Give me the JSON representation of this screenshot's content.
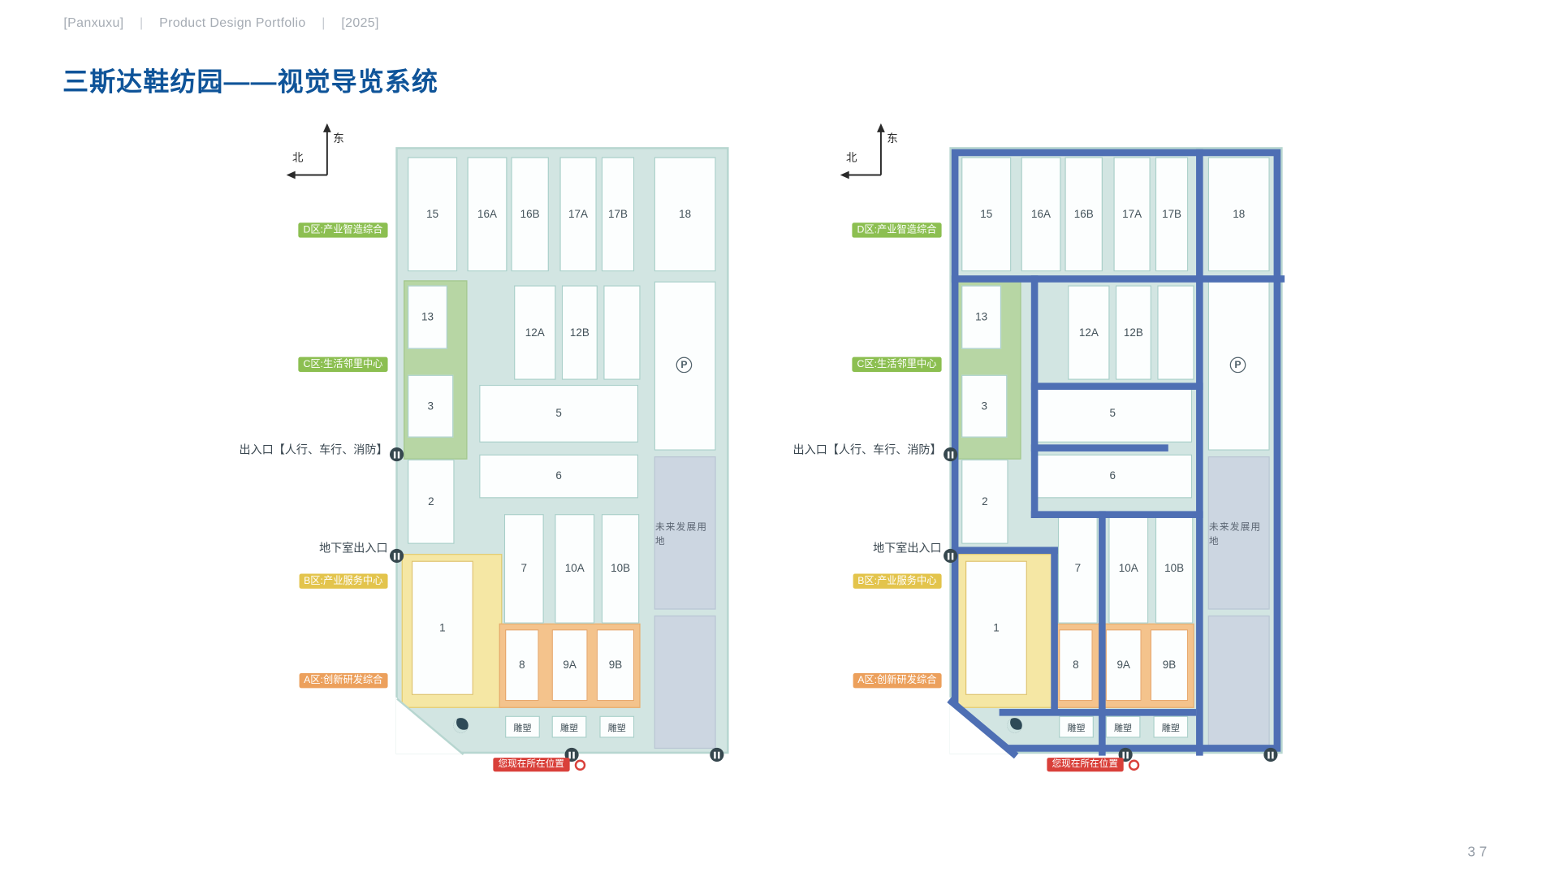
{
  "header": {
    "name": "[Panxuxu]",
    "divider": "|",
    "subtitle": "Product Design Portfolio",
    "year": "[2025]"
  },
  "title": "三斯达鞋纺园——视觉导览系统",
  "page_number": "37",
  "map": {
    "compass": {
      "east": "东",
      "north": "北"
    },
    "zones": {
      "d": "D区:产业智造综合",
      "c": "C区:生活邻里中心",
      "b": "B区:产业服务中心",
      "a": "A区:创新研发综合"
    },
    "side_labels": {
      "entrance": "出入口【人行、车行、消防】",
      "basement": "地下室出入口"
    },
    "buildings": {
      "b15": "15",
      "b16a": "16A",
      "b16b": "16B",
      "b17a": "17A",
      "b17b": "17B",
      "b18": "18",
      "b13": "13",
      "b12a": "12A",
      "b12b": "12B",
      "b3": "3",
      "b5": "5",
      "b6": "6",
      "b2": "2",
      "b7": "7",
      "b10a": "10A",
      "b10b": "10B",
      "b1": "1",
      "b8": "8",
      "b9a": "9A",
      "b9b": "9B"
    },
    "labels": {
      "future_land": "未来发展用地",
      "sculpture": "雕塑",
      "parking": "P",
      "you_are_here": "您现在所在位置"
    }
  },
  "colors": {
    "title_blue": "#0f5499",
    "road_blue": "#4e6fb4",
    "plan_teal": "#d2e5e2",
    "zone_green": "#b7d6a4",
    "zone_yellow": "#f5e7a4",
    "zone_orange": "#f4c38c",
    "badge_green": "#8cbf51",
    "badge_yellow": "#e3c44c",
    "badge_orange": "#eca05c",
    "marker_red": "#d9403a",
    "future_land_gray": "#ccd6e1"
  }
}
